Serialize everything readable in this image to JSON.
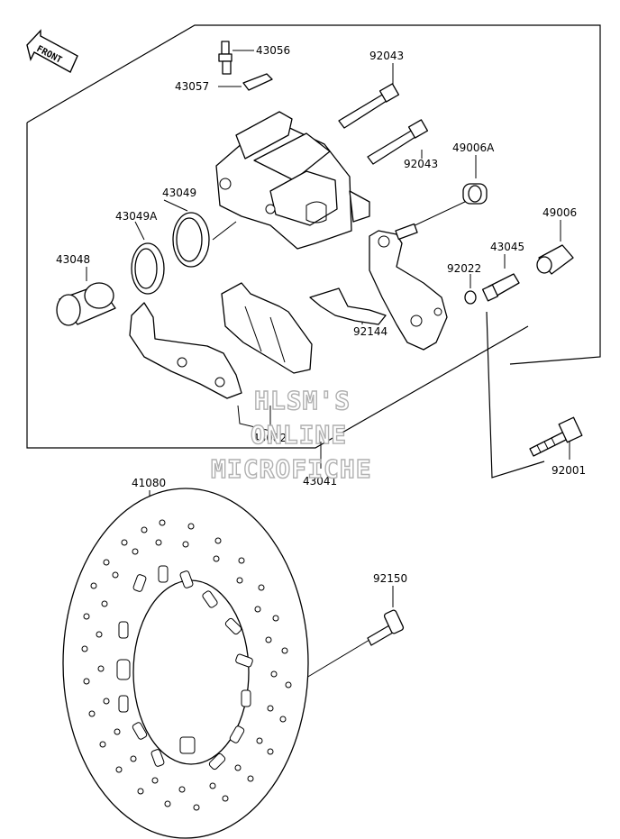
{
  "front_arrow": {
    "label": "FRONT"
  },
  "watermark": {
    "line1": "HLSM'S",
    "line2": "ONLINE",
    "line3": "MICROFICHE"
  },
  "labels": {
    "p43056": "43056",
    "p92043a": "92043",
    "p43057": "43057",
    "p92043b": "92043",
    "p49006A": "49006A",
    "p43049": "43049",
    "p43049A": "43049A",
    "p49006": "49006",
    "p43045": "43045",
    "p43048": "43048",
    "p92022": "92022",
    "p92144": "92144",
    "p43082": "43082",
    "p43041": "43041",
    "p92001": "92001",
    "p41080": "41080",
    "p92150": "92150"
  }
}
